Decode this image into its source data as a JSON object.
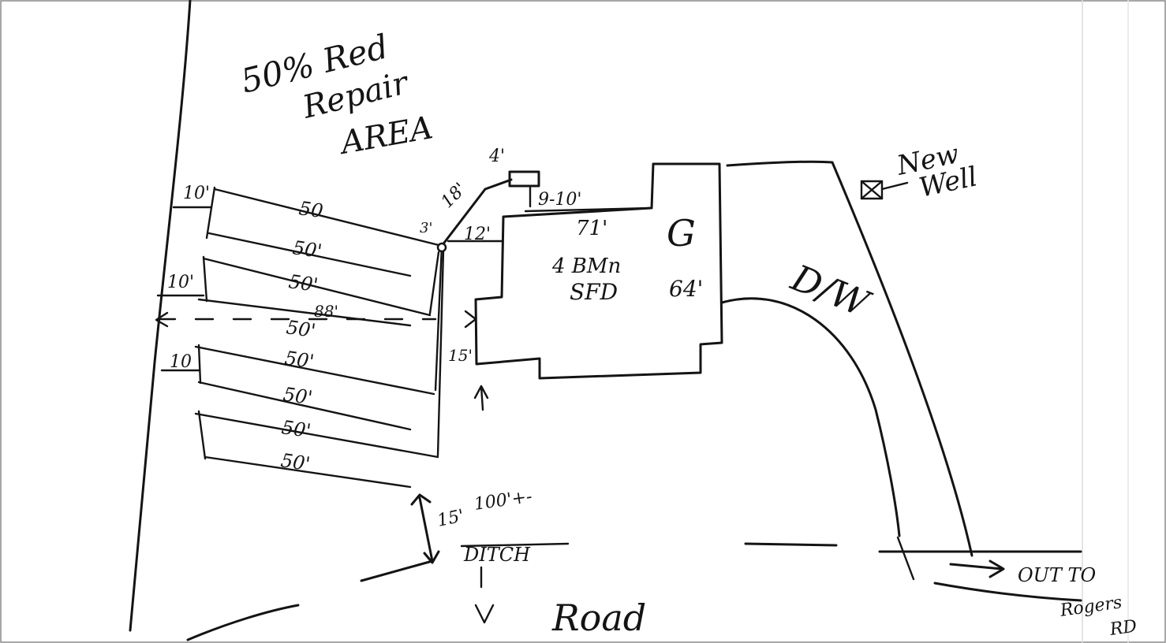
{
  "repair_area": {
    "line1": "50% Red",
    "line2": "Repair",
    "line3": "AREA"
  },
  "house": {
    "line1": "4 BMn",
    "line2": "SFD",
    "width_label": "71'"
  },
  "garage": {
    "letter": "G",
    "depth_label": "64'"
  },
  "driveway": {
    "label": "D/W"
  },
  "well": {
    "line1": "New",
    "line2": "Well"
  },
  "tank": {
    "top_label": "4'",
    "side_label": "9-10'",
    "pipe_label": "18'",
    "pipe_drop": "3'",
    "setback_label": "12'"
  },
  "field_spacing": {
    "top": "10'",
    "middle": "10'",
    "bottom": "10"
  },
  "laterals": [
    "50",
    "50'",
    "50'",
    "50'",
    "50'",
    "50'",
    "50'",
    "50'"
  ],
  "field_width": "88'",
  "house_offset": "15'",
  "ditch": {
    "setback": "15'",
    "length": "100'+-",
    "label": "DITCH"
  },
  "road": {
    "label": "Road"
  },
  "exit": {
    "line1": "OUT TO",
    "line2": "Rogers",
    "line3": "RD"
  }
}
